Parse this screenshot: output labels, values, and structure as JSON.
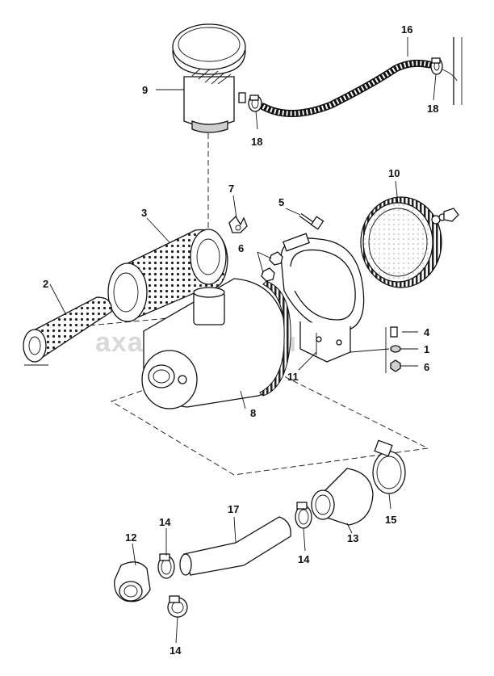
{
  "watermark": "axautoparts.ru",
  "callouts": {
    "c1": "1",
    "c2": "2",
    "c3": "3",
    "c4": "4",
    "c5": "5",
    "c6a": "6",
    "c6b": "6",
    "c7": "7",
    "c8": "8",
    "c9": "9",
    "c10": "10",
    "c11": "11",
    "c12": "12",
    "c13": "13",
    "c14a": "14",
    "c14b": "14",
    "c14c": "14",
    "c15": "15",
    "c16": "16",
    "c17": "17",
    "c18a": "18",
    "c18b": "18"
  }
}
